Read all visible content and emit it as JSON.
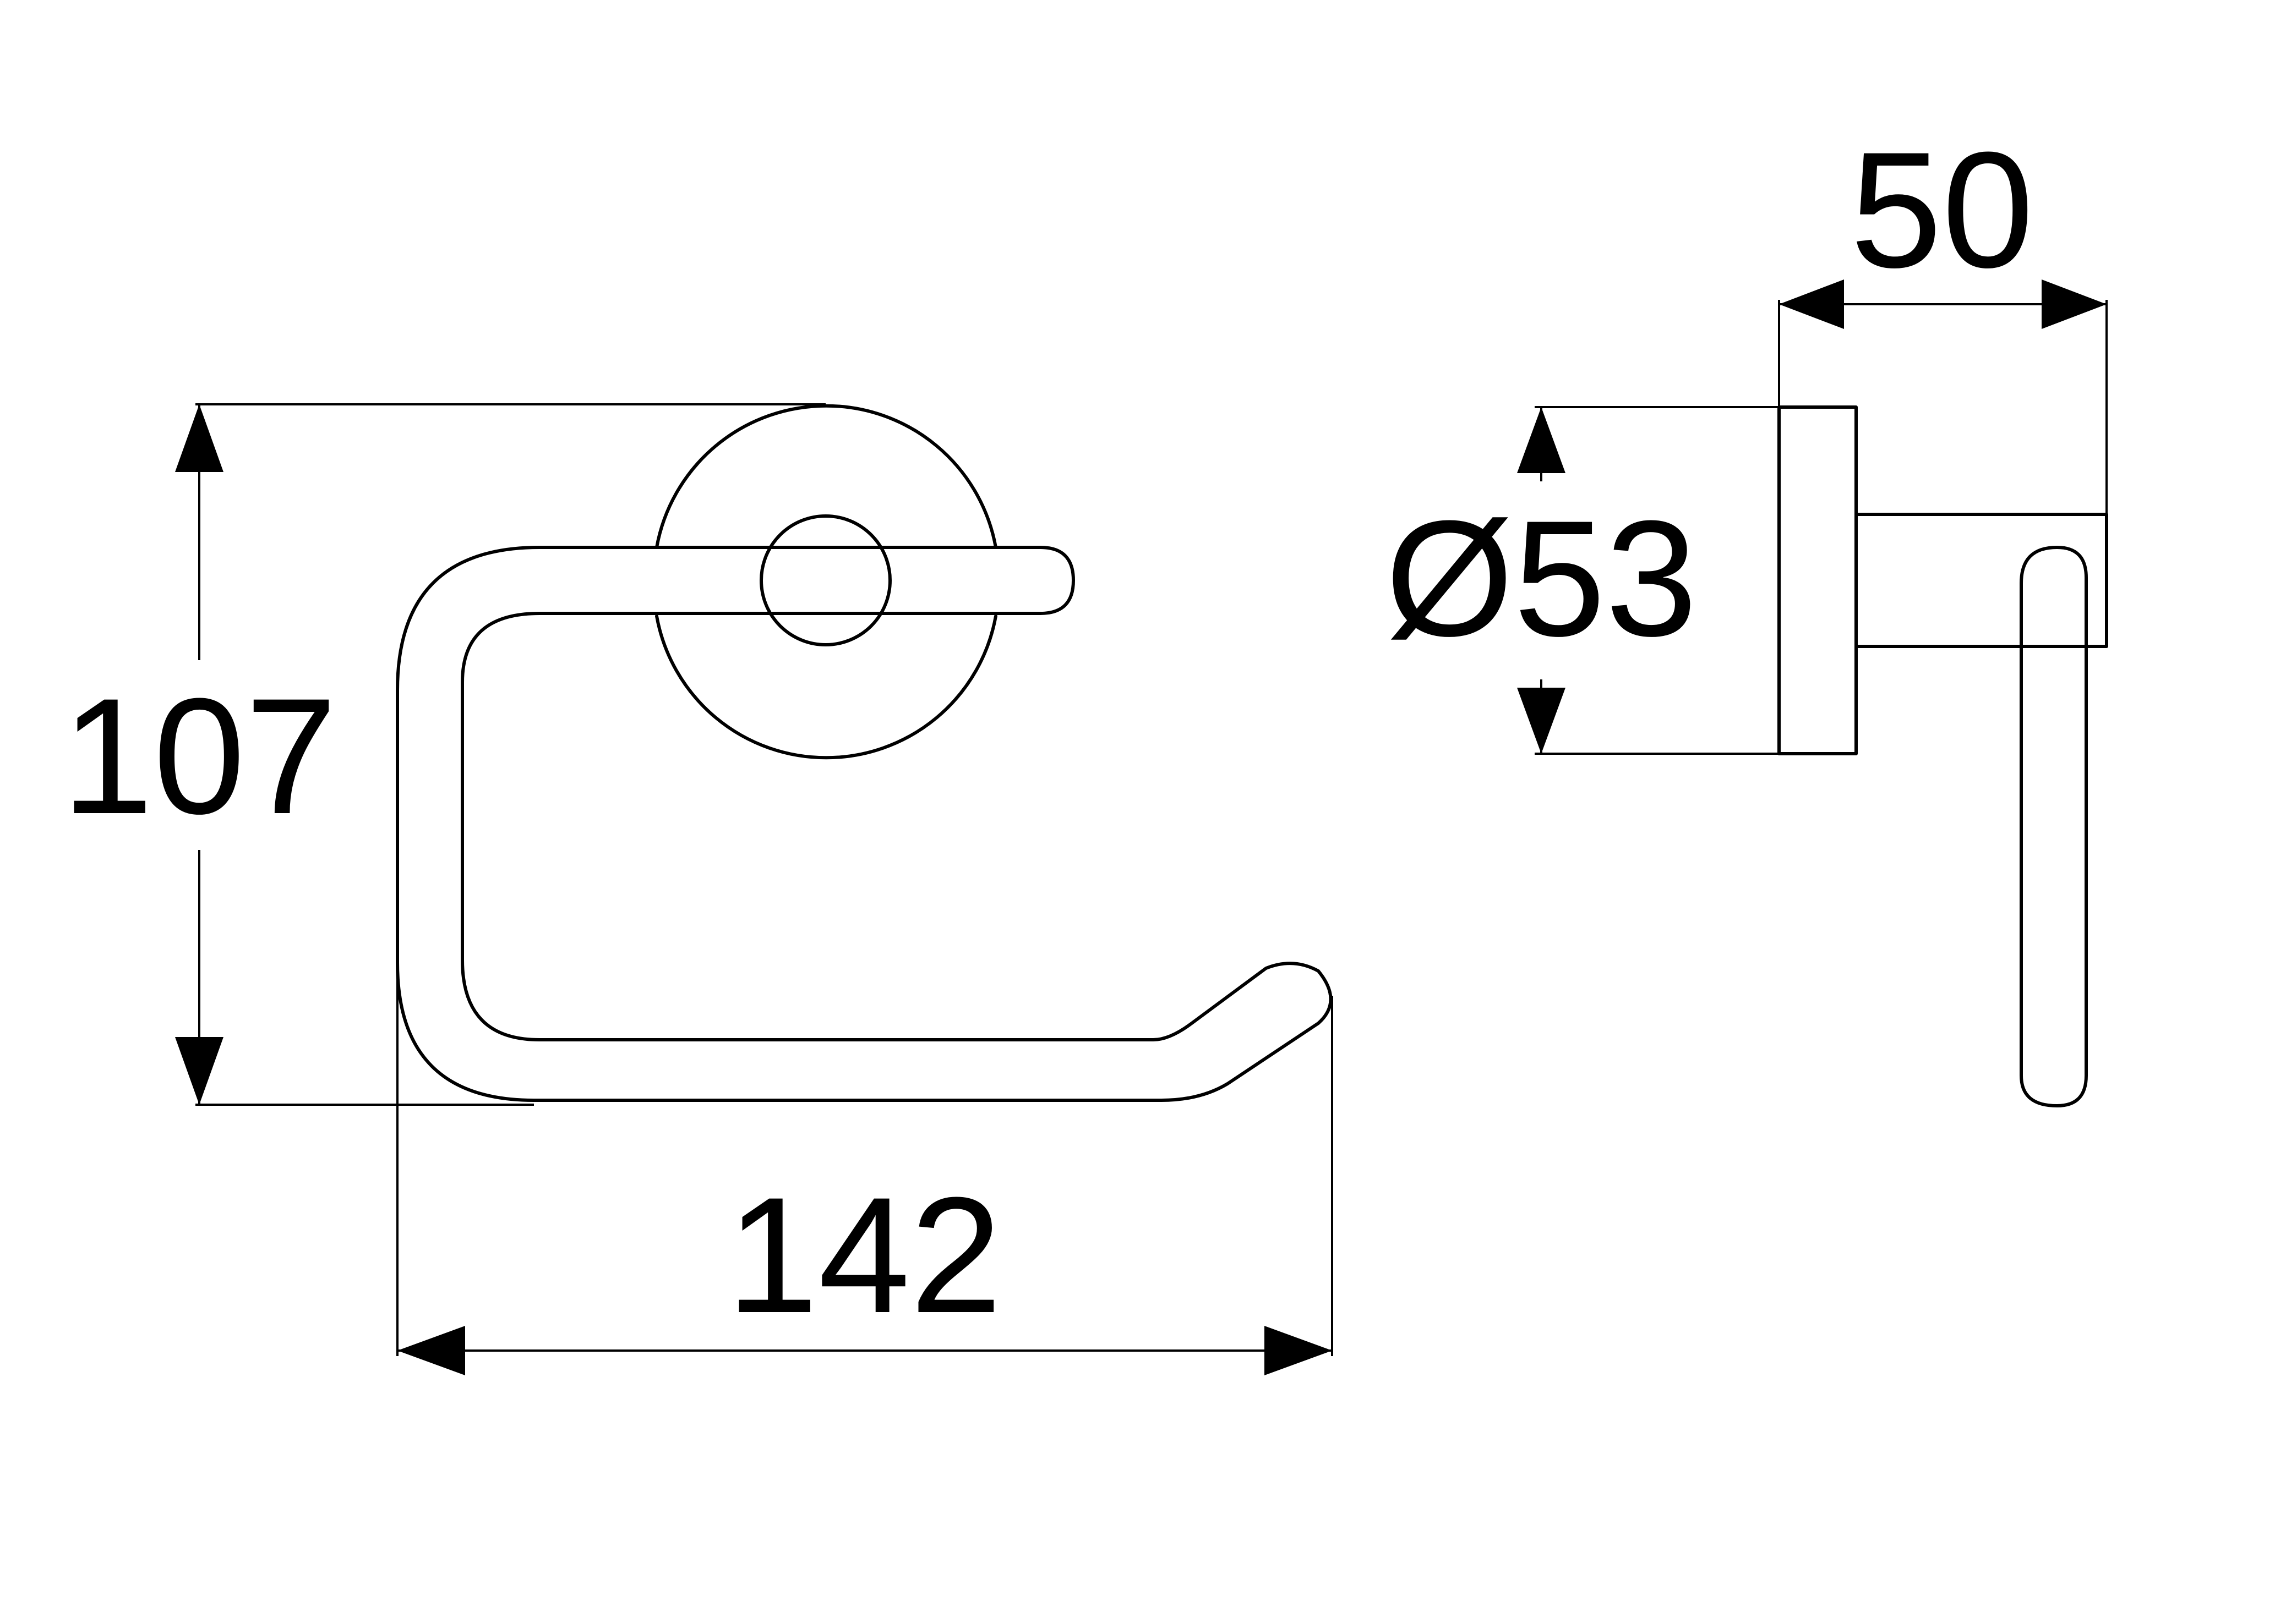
{
  "dimensions": {
    "height": "107",
    "width": "142",
    "diameter": "Ø53",
    "depth": "50"
  },
  "colors": {
    "line": "#000000",
    "background": "#ffffff"
  }
}
